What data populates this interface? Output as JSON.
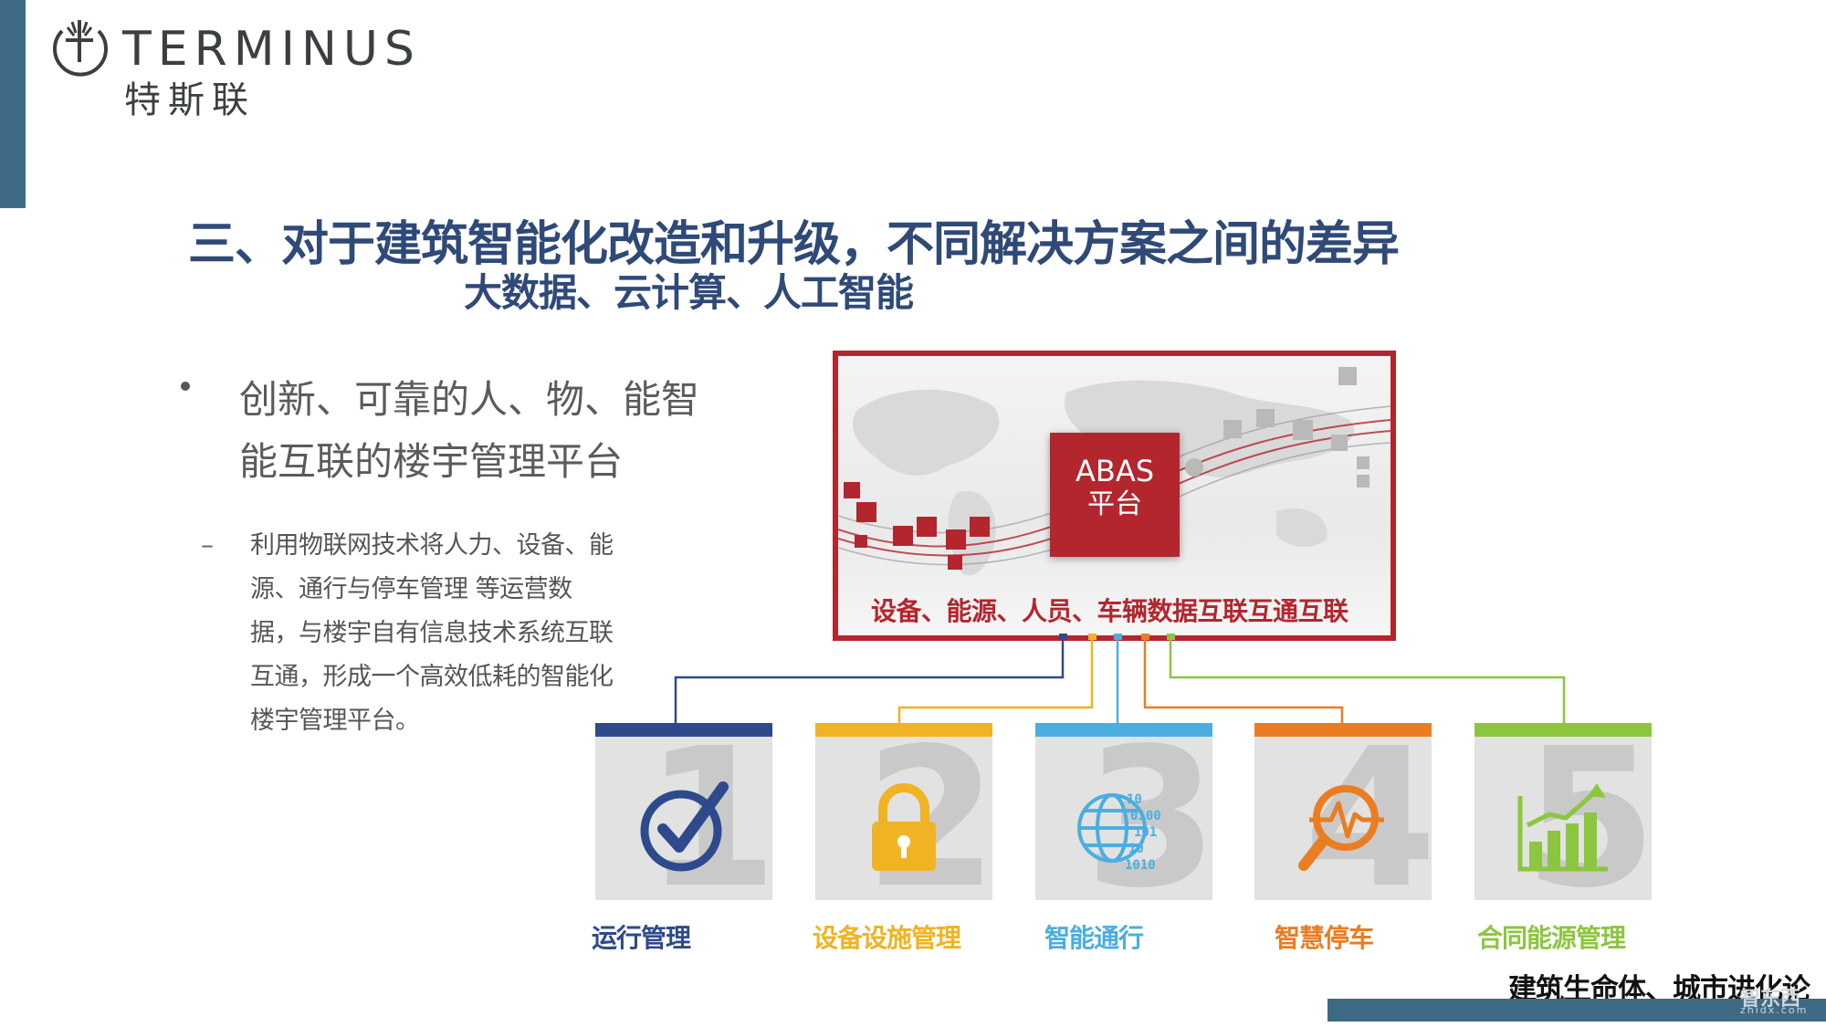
{
  "brand": {
    "name_en": "TERMINUS",
    "name_cn": "特斯联"
  },
  "title": "三、对于建筑智能化改造和升级，不同解决方案之间的差异",
  "subtitle": "大数据、云计算、人工智能",
  "bullet": {
    "text": "创新、可靠的人、物、能智能互联的楼宇管理平台"
  },
  "paragraph": {
    "dash": "–",
    "text": "利用物联网技术将人力、设备、能源、通行与停车管理 等运营数据，与楼宇自有信息技术系统互联互通，形成一个高效低耗的智能化楼宇管理平台。"
  },
  "platform": {
    "box_title": "ABAS",
    "box_subtitle": "平台",
    "caption": "设备、能源、人员、车辆数据互联互通互联",
    "accent_color": "#b3262e"
  },
  "modules": [
    {
      "number": "1",
      "label": "运行管理",
      "color": "#2e4a8c",
      "icon": "checkmark-icon"
    },
    {
      "number": "2",
      "label": "设备设施管理",
      "color": "#f0b323",
      "icon": "lock-icon"
    },
    {
      "number": "3",
      "label": "智能通行",
      "color": "#4aaee0",
      "icon": "globe-data-icon"
    },
    {
      "number": "4",
      "label": "智慧停车",
      "color": "#ea7d22",
      "icon": "magnifier-pulse-icon"
    },
    {
      "number": "5",
      "label": "合同能源管理",
      "color": "#8cc63f",
      "icon": "growth-chart-icon"
    }
  ],
  "footer": {
    "text": "建筑生命体、城市进化论",
    "bar_color": "#3f6a85"
  },
  "watermark": {
    "text": "智东西",
    "url": "zhidx.com"
  }
}
